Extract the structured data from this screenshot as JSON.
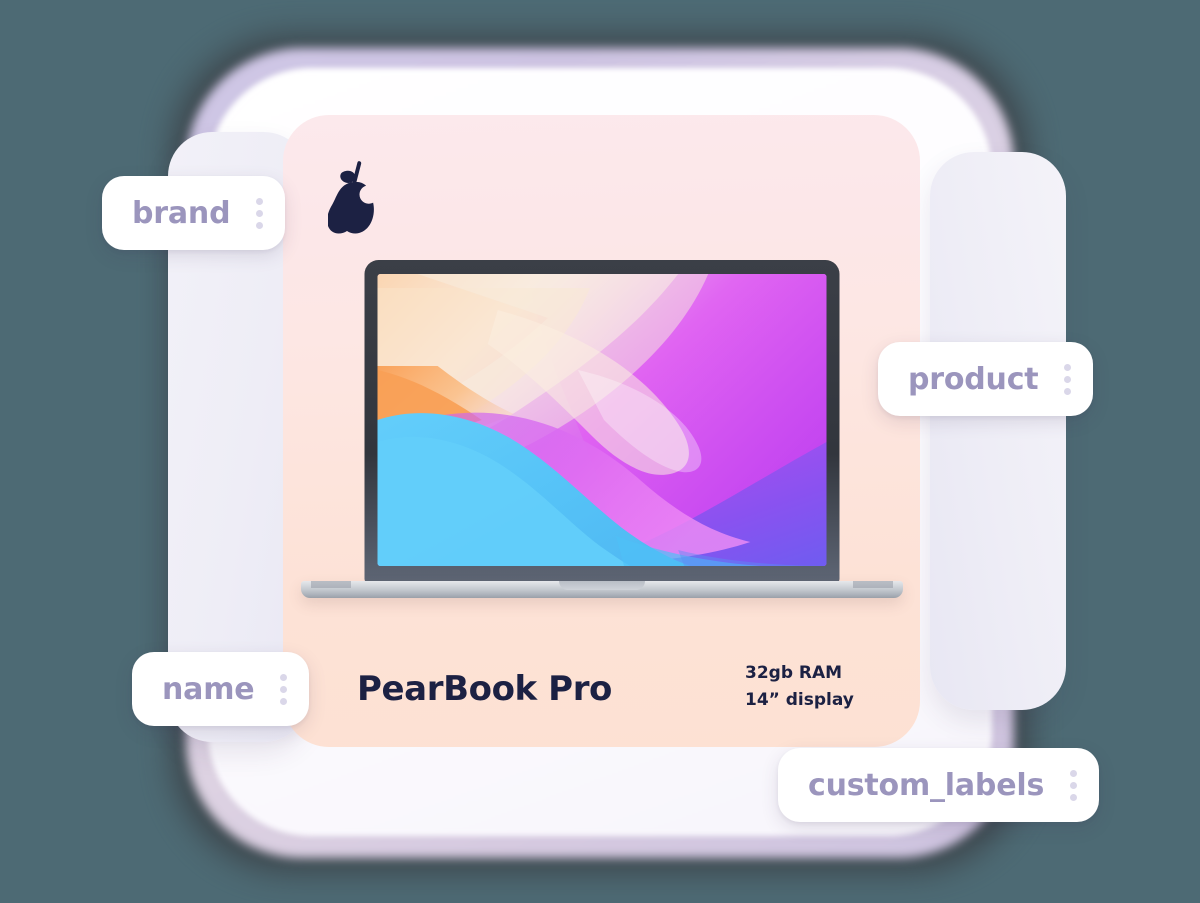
{
  "background_color": "#4d6a74",
  "card": {
    "brand_logo_icon": "pear-logo-icon",
    "product_name": "PearBook Pro",
    "specs": [
      "32gb RAM",
      "14” display"
    ],
    "gradient_from": "#fce9ec",
    "gradient_to": "#fde1d3",
    "text_color": "#1c2143"
  },
  "laptop": {
    "device_icon": "laptop-icon",
    "wallpaper": {
      "style": "abstract-waves",
      "colors": [
        "#f8a365",
        "#fad9b8",
        "#f5f0e6",
        "#dd6bf0",
        "#c44df0",
        "#9b5cf0",
        "#6d5cf0",
        "#4fc3f7",
        "#56b8f5"
      ]
    },
    "body_color": "#32363d",
    "base_color": "#c3c8ce"
  },
  "pills": [
    {
      "id": "brand",
      "label": "brand",
      "menu_icon": "kebab-menu-icon"
    },
    {
      "id": "product",
      "label": "product",
      "menu_icon": "kebab-menu-icon"
    },
    {
      "id": "name",
      "label": "name",
      "menu_icon": "kebab-menu-icon"
    },
    {
      "id": "custom_labels",
      "label": "custom_labels",
      "menu_icon": "kebab-menu-icon"
    }
  ],
  "pill_style": {
    "background": "#ffffff",
    "label_color": "#9b95bd",
    "dot_color": "#dad7e9"
  }
}
